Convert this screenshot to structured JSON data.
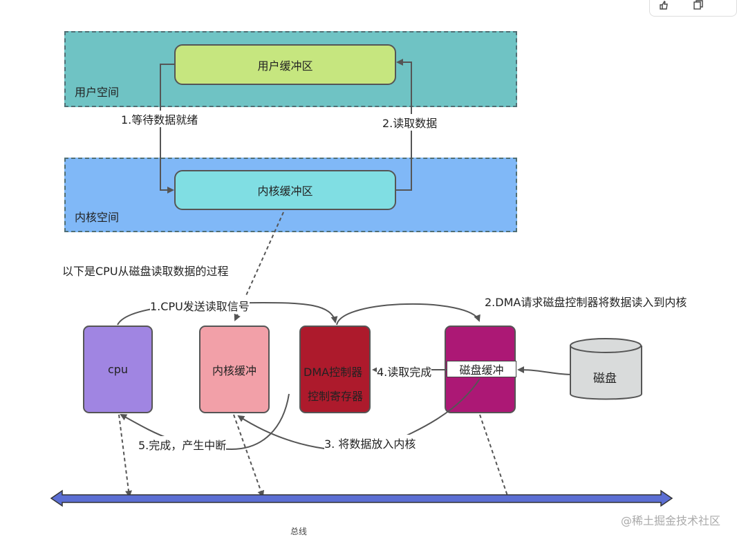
{
  "spaces": {
    "user_space": "用户空间",
    "kernel_space": "内核空间"
  },
  "buffers": {
    "user_buffer": "用户缓冲区",
    "kernel_buffer": "内核缓冲区"
  },
  "steps_top": {
    "wait": "1.等待数据就绪",
    "read": "2.读取数据"
  },
  "caption": "以下是CPU从磁盘读取数据的过程",
  "nodes": {
    "cpu": "cpu",
    "kernel_buf": "内核缓冲",
    "dma_line1": "DMA控制器",
    "dma_line2": "控制寄存器",
    "disk_buffer": "磁盘缓冲",
    "disk": "磁盘"
  },
  "steps_bottom": {
    "s1": "1.CPU发送读取信号",
    "s2": "2.DMA请求磁盘控制器将数据读入到内核",
    "s3": "3. 将数据放入内核",
    "s4": "4.读取完成",
    "s5": "5.完成，产生中断"
  },
  "bus_label": "总线",
  "watermark": "@稀土掘金技术社区",
  "icons": [
    "thumb-icon",
    "copy-icon"
  ],
  "colors": {
    "user_space": "#6fc3c4",
    "kernel_space": "#80b8f7",
    "user_buffer": "#c6e67f",
    "kernel_buffer": "#80dee3",
    "cpu": "#a085e2",
    "kernel_buf_node": "#f2a0a8",
    "dma": "#ad1a2c",
    "disk_buffer": "#ac1875",
    "disk": "#d9dbdb",
    "bus": "#5b6ed3"
  }
}
